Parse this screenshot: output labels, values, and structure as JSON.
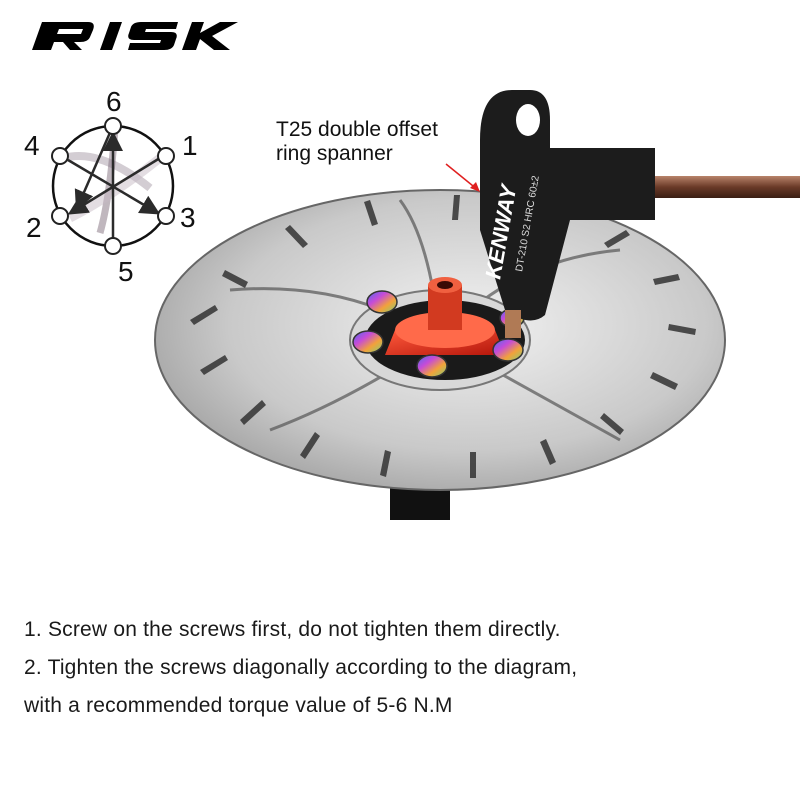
{
  "brand": {
    "logo_text": "RISK"
  },
  "sequence_diagram": {
    "positions": [
      "6",
      "1",
      "3",
      "5",
      "2",
      "4"
    ]
  },
  "callout": {
    "line1": "T25 double offset",
    "line2": "ring spanner"
  },
  "tool": {
    "handle_line1": "KENWAY",
    "handle_line2": "DT-210 S2 HRC 60±2"
  },
  "instructions": {
    "step1": "1. Screw on the screws first, do not tighten them directly.",
    "step2": "2. Tighten the screws diagonally according to the diagram,",
    "step2_cont": "with a recommended torque value of 5-6 N.M"
  }
}
